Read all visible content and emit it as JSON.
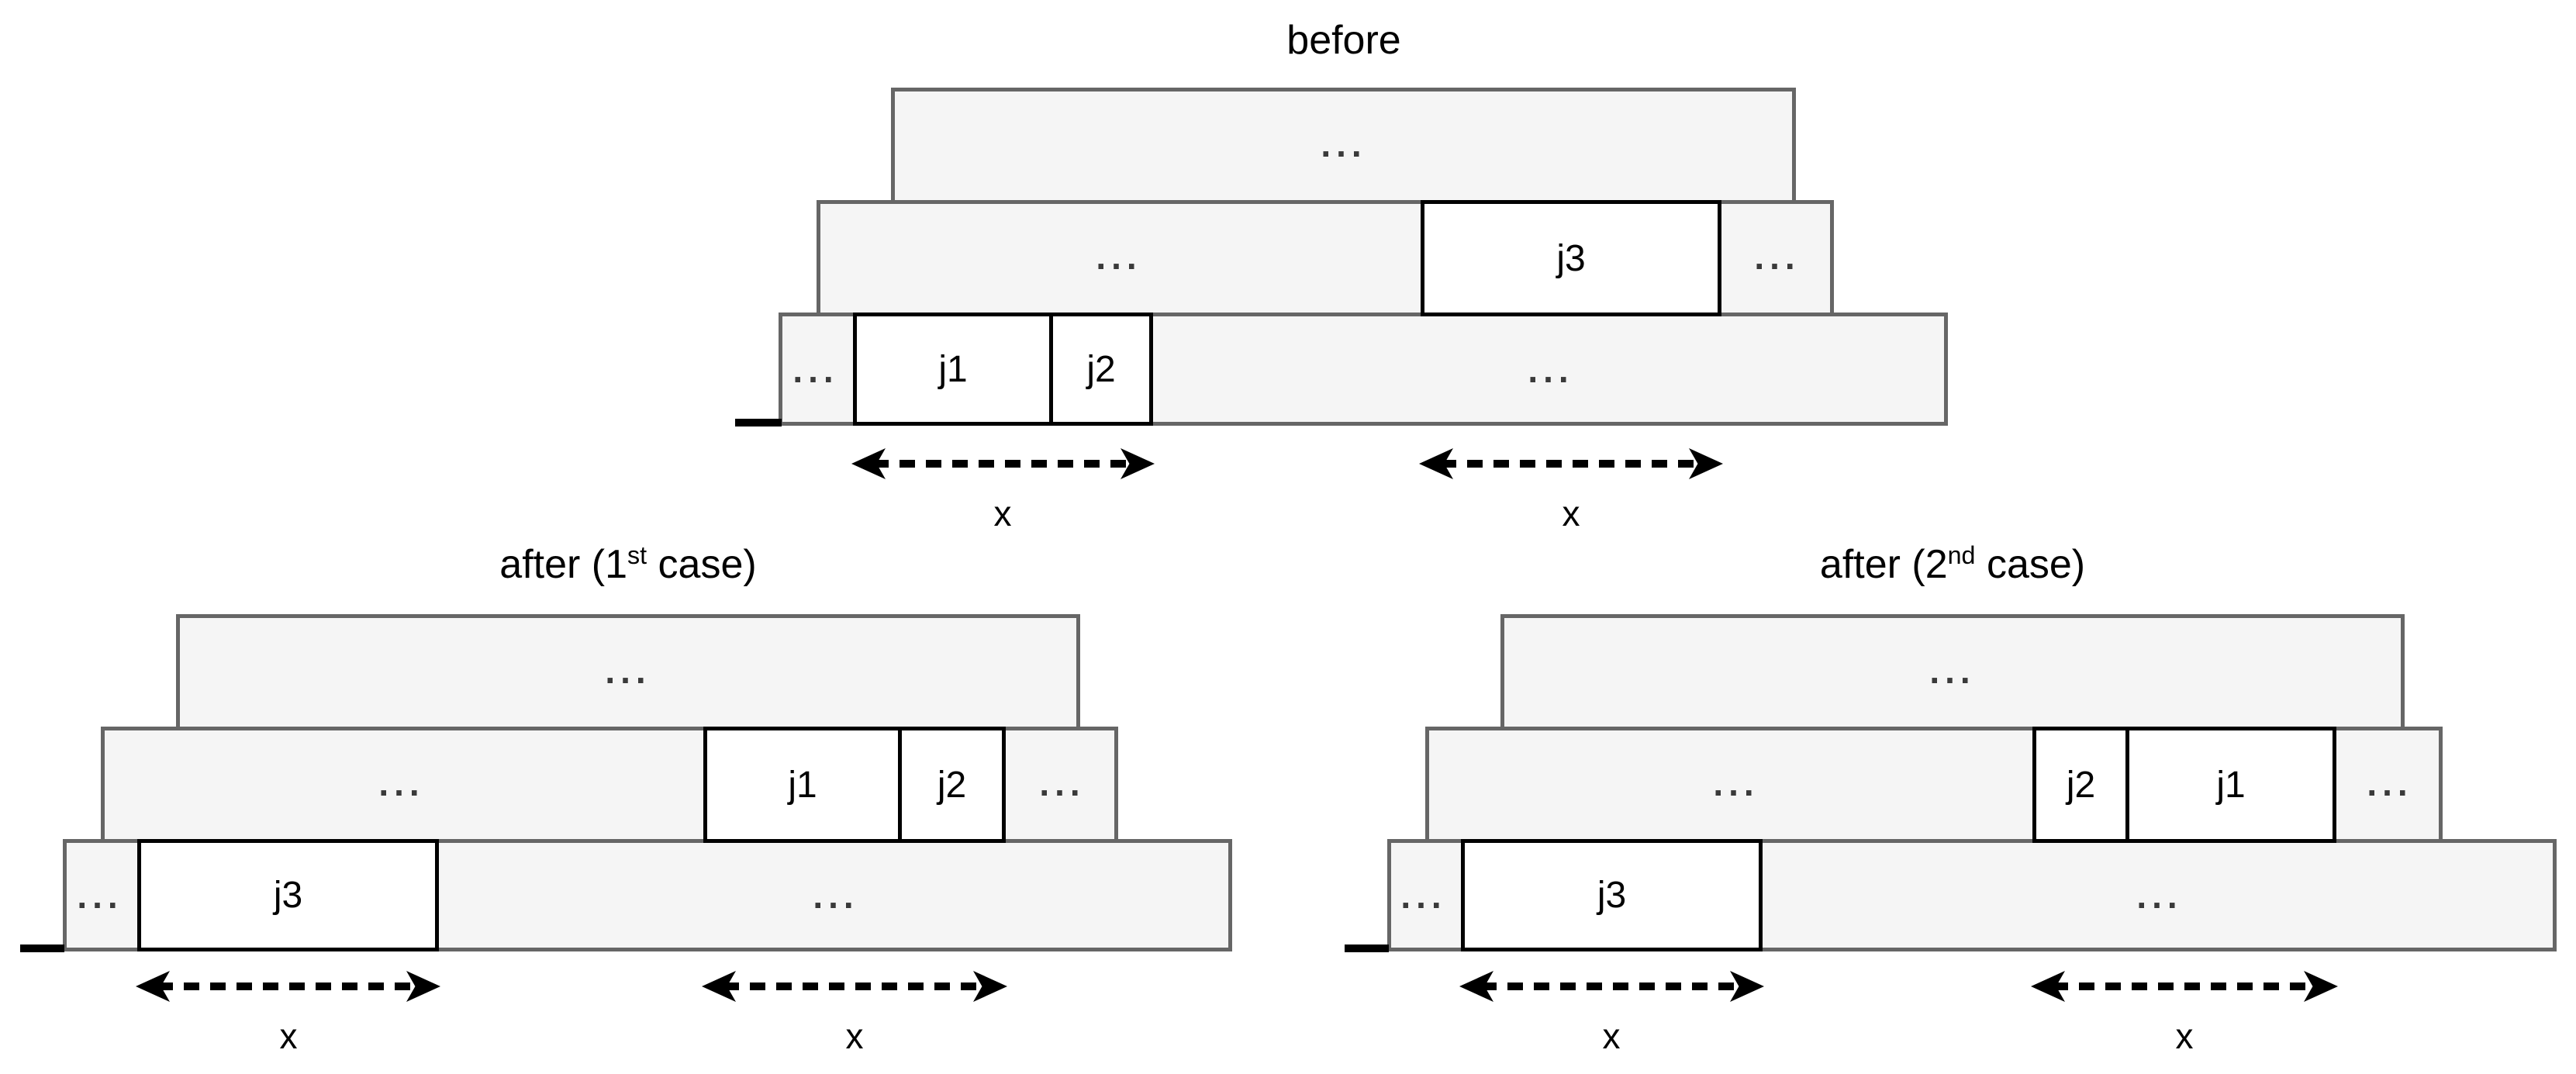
{
  "colors": {
    "background": "#ffffff",
    "bar-fill": "#f5f5f5",
    "bar-border": "#666666",
    "job-fill": "#ffffff",
    "job-border": "#000000",
    "arrow": "#000000",
    "text": "#000000",
    "dots": "#3a3a3a"
  },
  "labels": {
    "ellipsis": "...",
    "x": "x"
  },
  "jobs": {
    "j1": "j1",
    "j2": "j2",
    "j3": "j3"
  },
  "figures": {
    "before": {
      "title": "before",
      "title_sup": "",
      "title_rest": ""
    },
    "after_first": {
      "title": "after (1",
      "title_sup": "st",
      "title_rest": " case)"
    },
    "after_second": {
      "title": "after (2",
      "title_sup": "nd",
      "title_rest": " case)"
    }
  }
}
